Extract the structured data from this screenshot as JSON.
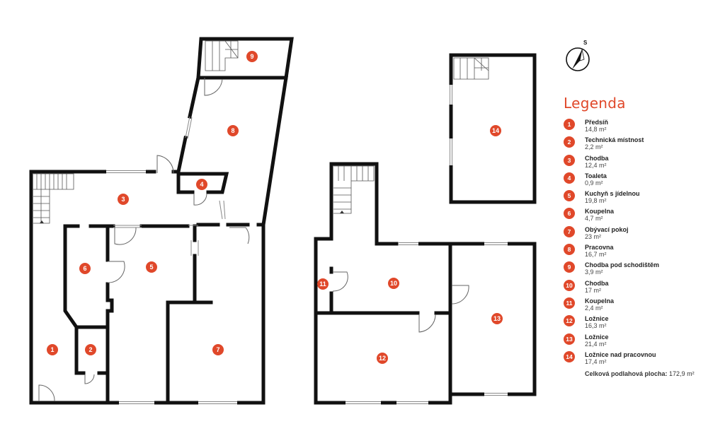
{
  "compass": {
    "label": "S"
  },
  "legend": {
    "title": "Legenda",
    "items": [
      {
        "num": "1",
        "name": "Předsíň",
        "area": "14,8 m²"
      },
      {
        "num": "2",
        "name": "Technická místnost",
        "area": "2,2 m²"
      },
      {
        "num": "3",
        "name": "Chodba",
        "area": "12,4 m²"
      },
      {
        "num": "4",
        "name": "Toaleta",
        "area": "0,9 m²"
      },
      {
        "num": "5",
        "name": "Kuchyň s jídelnou",
        "area": "19,8 m²"
      },
      {
        "num": "6",
        "name": "Koupelna",
        "area": "4,7 m²"
      },
      {
        "num": "7",
        "name": "Obývací pokoj",
        "area": "23 m²"
      },
      {
        "num": "8",
        "name": "Pracovna",
        "area": "16,7 m²"
      },
      {
        "num": "9",
        "name": "Chodba pod schodištěm",
        "area": "3,9 m²"
      },
      {
        "num": "10",
        "name": "Chodba",
        "area": "17 m²"
      },
      {
        "num": "11",
        "name": "Koupelna",
        "area": "2,4 m²"
      },
      {
        "num": "12",
        "name": "Ložnice",
        "area": "16,3 m²"
      },
      {
        "num": "13",
        "name": "Ložnice",
        "area": "21,4 m²"
      },
      {
        "num": "14",
        "name": "Ložnice nad pracovnou",
        "area": "17,4 m²"
      }
    ],
    "total_label": "Celková podlahová plocha:",
    "total_value": "172,9 m²"
  },
  "rooms": [
    "1",
    "2",
    "3",
    "4",
    "5",
    "6",
    "7",
    "8",
    "9",
    "10",
    "11",
    "12",
    "13",
    "14"
  ],
  "colors": {
    "accent": "#e0482a",
    "wall": "#111111"
  }
}
